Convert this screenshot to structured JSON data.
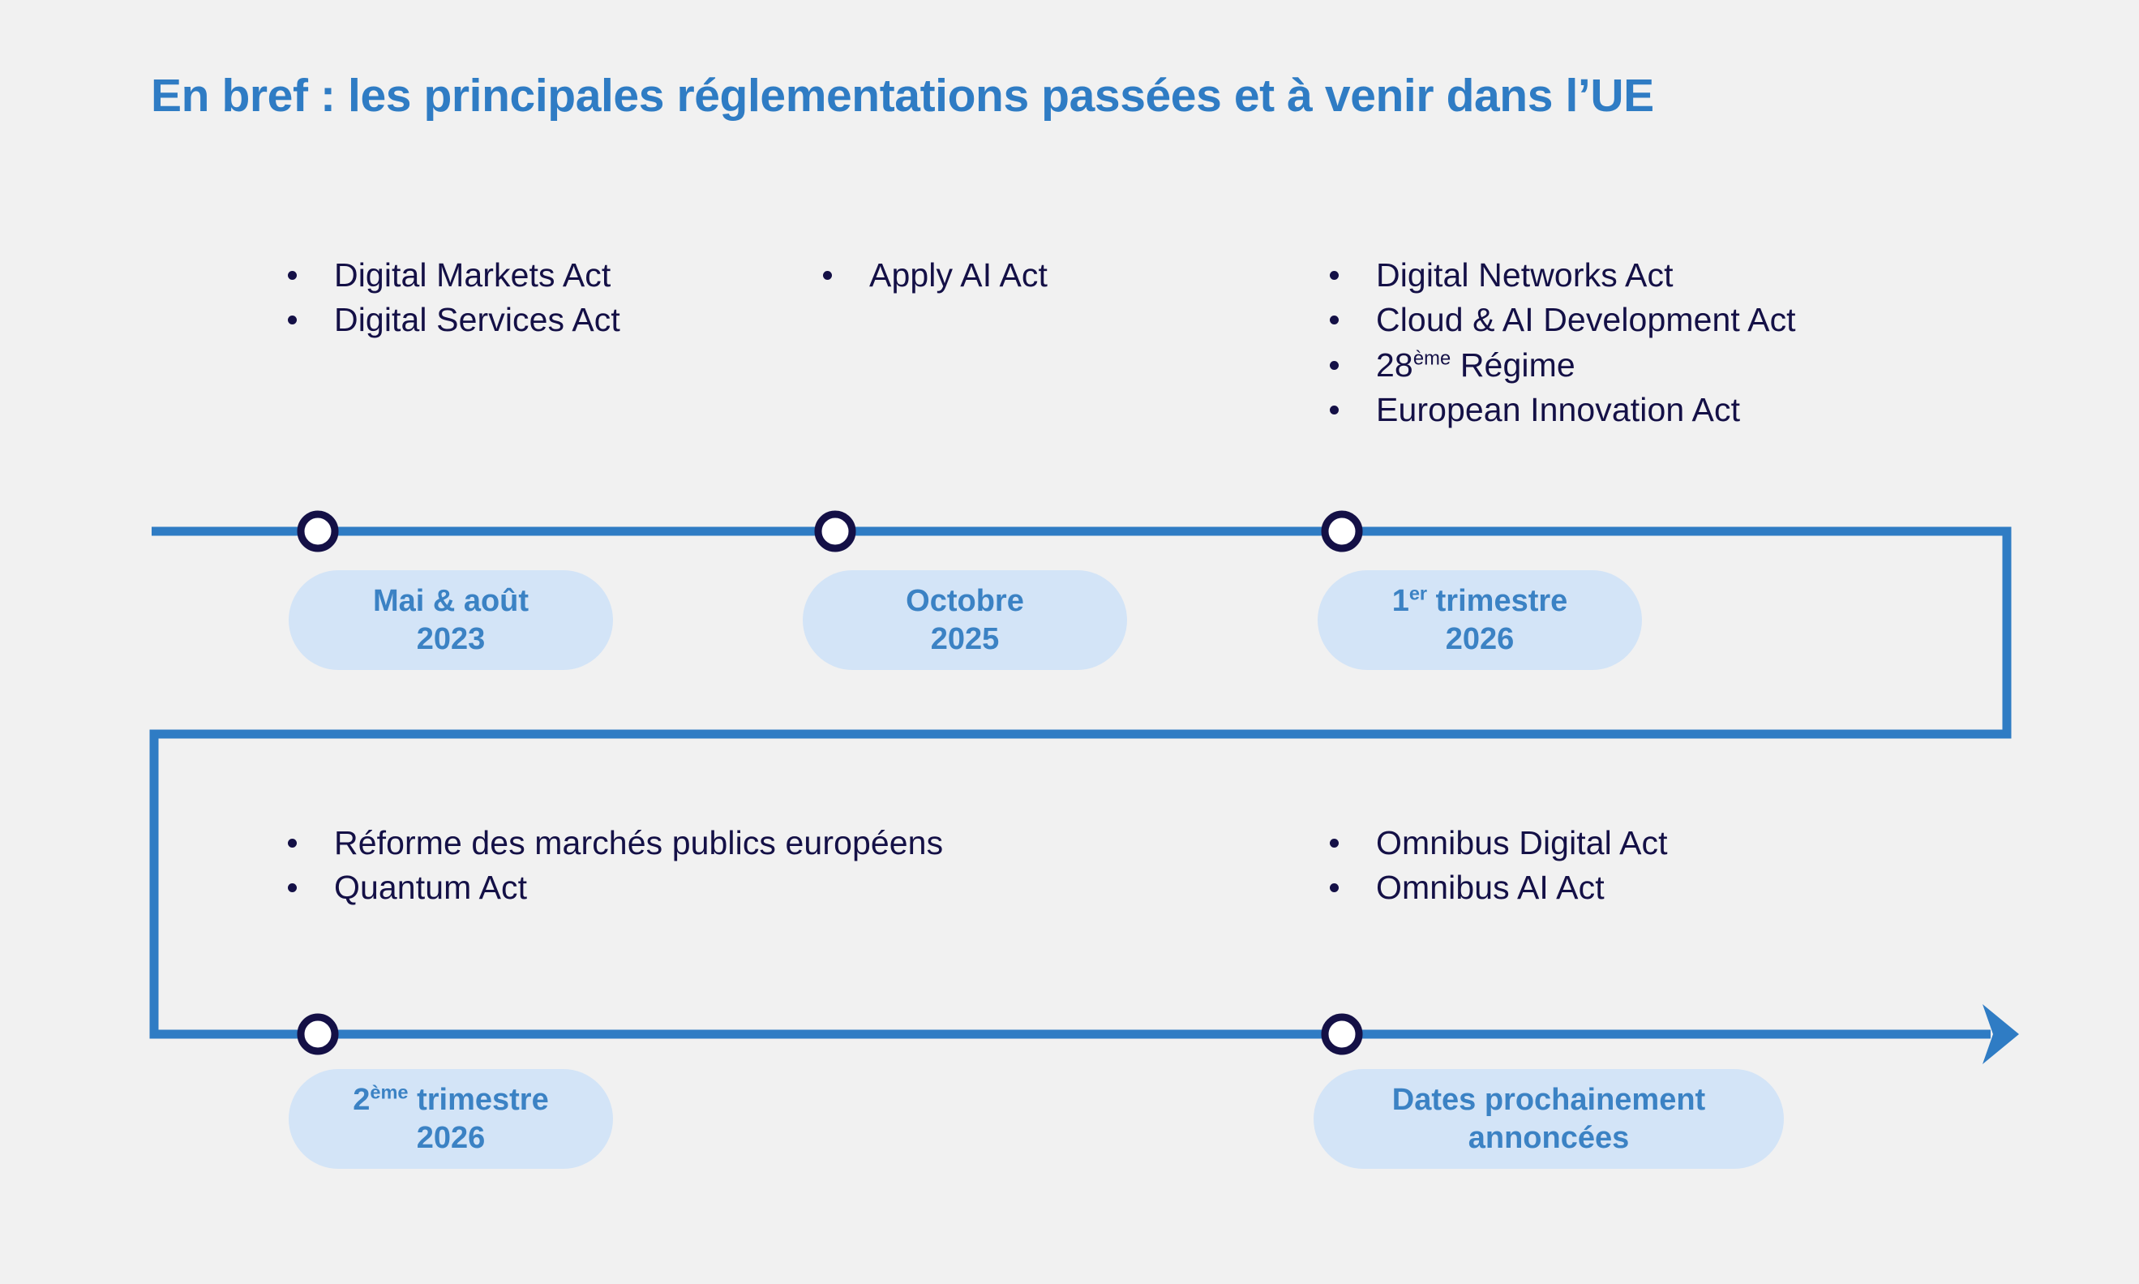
{
  "title": "En bref : les principales réglementations passées et à venir dans l’UE",
  "colors": {
    "background": "#f1f1f1",
    "accent_blue": "#2f7cc4",
    "pill_background": "#d3e4f7",
    "pill_text": "#3b82c4",
    "bullet_text": "#141046",
    "marker_stroke": "#141046",
    "marker_fill": "#ffffff"
  },
  "timeline": {
    "rows": [
      {
        "row": "top",
        "milestones": [
          {
            "marker": "timeline-marker-1",
            "date_lines": [
              "Mai & août",
              "2023"
            ],
            "date_superscript": null,
            "items": [
              "Digital Markets Act",
              "Digital Services Act"
            ]
          },
          {
            "marker": "timeline-marker-2",
            "date_lines": [
              "Octobre",
              "2025"
            ],
            "date_superscript": null,
            "items": [
              "Apply AI Act"
            ]
          },
          {
            "marker": "timeline-marker-3",
            "date_lines": [
              "1",
              "trimestre",
              "2026"
            ],
            "date_superscript": "er",
            "items": [
              "Digital Networks Act",
              "Cloud & AI Development Act",
              "28ème Régime",
              "European Innovation Act"
            ]
          }
        ]
      },
      {
        "row": "bottom",
        "milestones": [
          {
            "marker": "timeline-marker-4",
            "date_lines": [
              "2",
              "trimestre",
              "2026"
            ],
            "date_superscript": "ème",
            "items": [
              "Réforme des marchés publics européens",
              "Quantum Act"
            ]
          },
          {
            "marker": "timeline-marker-5",
            "date_lines": [
              "Dates prochainement",
              "annoncées"
            ],
            "date_superscript": null,
            "items": [
              "Omnibus Digital Act",
              "Omnibus AI Act"
            ]
          }
        ]
      }
    ]
  },
  "groups": {
    "g1": {
      "b0": "Digital Markets Act",
      "b1": "Digital Services Act"
    },
    "g2": {
      "b0": "Apply AI Act"
    },
    "g3": {
      "b0": "Digital Networks Act",
      "b1": "Cloud & AI Development Act",
      "b2_num": "28",
      "b2_sup": "ème",
      "b2_rest": " Régime",
      "b3": "European Innovation Act"
    },
    "g4": {
      "b0": "Réforme des marchés publics européens",
      "b1": "Quantum Act"
    },
    "g5": {
      "b0": "Omnibus Digital Act",
      "b1": "Omnibus AI Act"
    }
  },
  "pills": {
    "p1": {
      "l1": "Mai & août",
      "l2": "2023"
    },
    "p2": {
      "l1": "Octobre",
      "l2": "2025"
    },
    "p3": {
      "num": "1",
      "sup": "er",
      "rest": " trimestre",
      "l2": "2026"
    },
    "p4": {
      "num": "2",
      "sup": "ème",
      "rest": " trimestre",
      "l2": "2026"
    },
    "p5": {
      "l1": "Dates prochainement",
      "l2": "annoncées"
    }
  }
}
